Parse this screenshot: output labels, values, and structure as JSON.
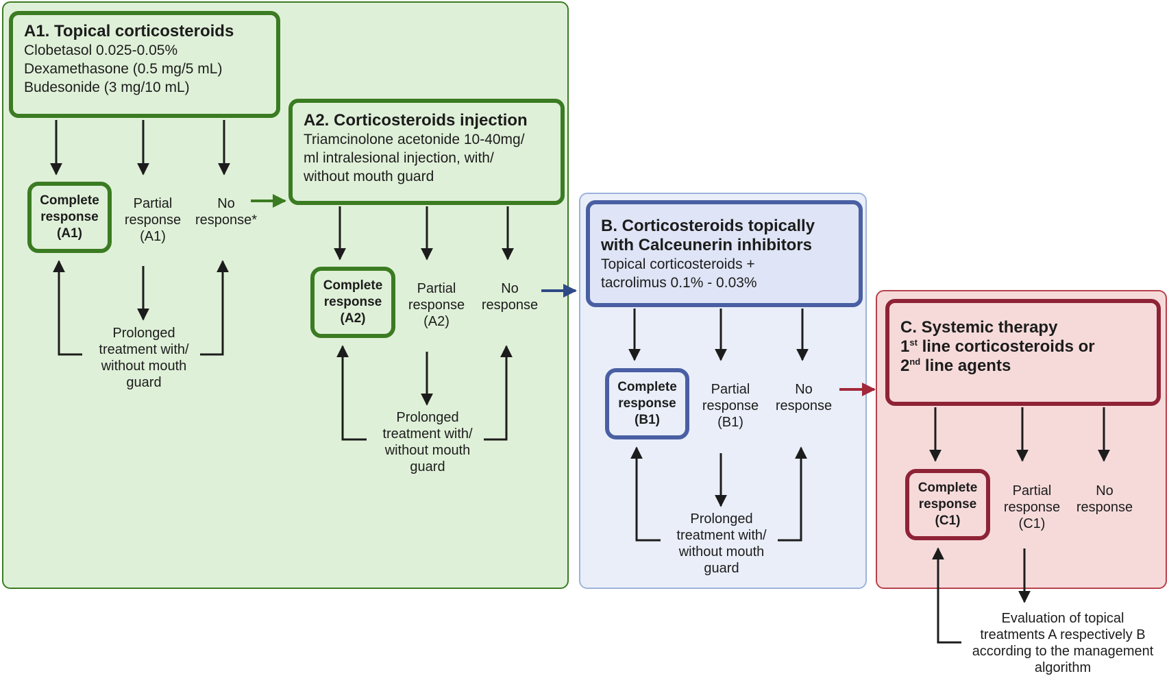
{
  "colors": {
    "green_fill": "#dff0d8",
    "green_border": "#3b7b22",
    "green_arrow": "#3b7b22",
    "blue_fill": "#e9eef8",
    "blue_border": "#9db3dc",
    "blue_box_fill": "#dfe5f6",
    "blue_box_border": "#4a5fa3",
    "blue_arrow": "#2f4a86",
    "red_fill": "#f6dada",
    "red_border": "#b8404c",
    "red_box_border": "#8e2336",
    "red_arrow": "#a3283a",
    "arrow": "#1c1c1c"
  },
  "a1": {
    "title": "A1. Topical corticosteroids",
    "lines": [
      "Clobetasol 0.025-0.05%",
      "Dexamethasone (0.5 mg/5 mL)",
      "Budesonide (3 mg/10 mL)"
    ],
    "complete": [
      "Complete",
      "response",
      "(A1)"
    ],
    "partial": [
      "Partial",
      "response",
      "(A1)"
    ],
    "none": [
      "No",
      "response*"
    ],
    "prolonged": [
      "Prolonged",
      "treatment with/",
      "without mouth",
      "guard"
    ]
  },
  "a2": {
    "title": "A2. Corticosteroids injection",
    "lines": [
      "Triamcinolone acetonide 10-40mg/",
      "ml intralesional injection, with/",
      "without mouth guard"
    ],
    "complete": [
      "Complete",
      "response",
      "(A2)"
    ],
    "partial": [
      "Partial",
      "response",
      "(A2)"
    ],
    "none": [
      "No",
      "response"
    ],
    "prolonged": [
      "Prolonged",
      "treatment with/",
      "without mouth",
      "guard"
    ]
  },
  "b": {
    "title_1": "B. Corticosteroids topically",
    "title_2": "with Calceunerin inhibitors",
    "lines": [
      "Topical corticosteroids +",
      "tacrolimus  0.1% - 0.03%"
    ],
    "complete": [
      "Complete",
      "response",
      "(B1)"
    ],
    "partial": [
      "Partial",
      "response",
      "(B1)"
    ],
    "none": [
      "No",
      "response"
    ],
    "prolonged": [
      "Prolonged",
      "treatment with/",
      "without mouth",
      "guard"
    ]
  },
  "c": {
    "title_1": "C. Systemic therapy",
    "title_2_pre": "1",
    "title_2_sup": "st",
    "title_2_post": " line corticosteroids or",
    "title_3_pre": "2",
    "title_3_sup": "nd",
    "title_3_post": " line agents",
    "complete": [
      "Complete",
      "response",
      "(C1)"
    ],
    "partial": [
      "Partial",
      "response",
      "(C1)"
    ],
    "none": [
      "No",
      "response"
    ],
    "evaluation": [
      "Evaluation of topical",
      "treatments A respectively B",
      "according to the management",
      "algorithm"
    ]
  }
}
